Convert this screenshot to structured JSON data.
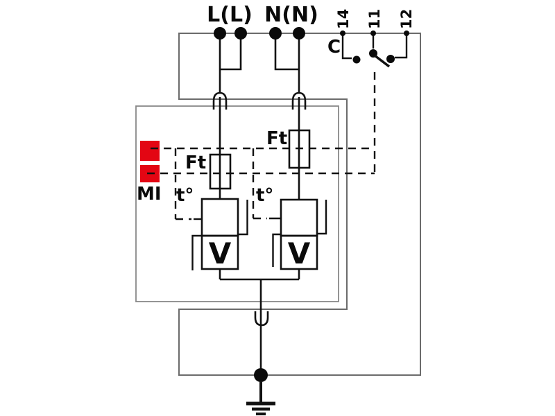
{
  "diagram": {
    "title_semantic": "SPD surge protector wiring diagram",
    "terminals": {
      "line_label": "L(L)",
      "neutral_label": "N(N)"
    },
    "signal_contacts": {
      "common_label": "C",
      "terminal_14": "14",
      "terminal_11": "11",
      "terminal_12": "12"
    },
    "components": {
      "fuse_left_label": "Ft",
      "fuse_right_label": "Ft",
      "thermal_left_label": "t°",
      "thermal_right_label": "t°",
      "varistor_left_label": "V",
      "varistor_right_label": "V",
      "indicator_label": "MI"
    },
    "colors": {
      "indicator_red": "#e30613",
      "wire_black": "#111111",
      "enclosure_gray": "#6b6b6b",
      "module_gray": "#888888"
    }
  }
}
